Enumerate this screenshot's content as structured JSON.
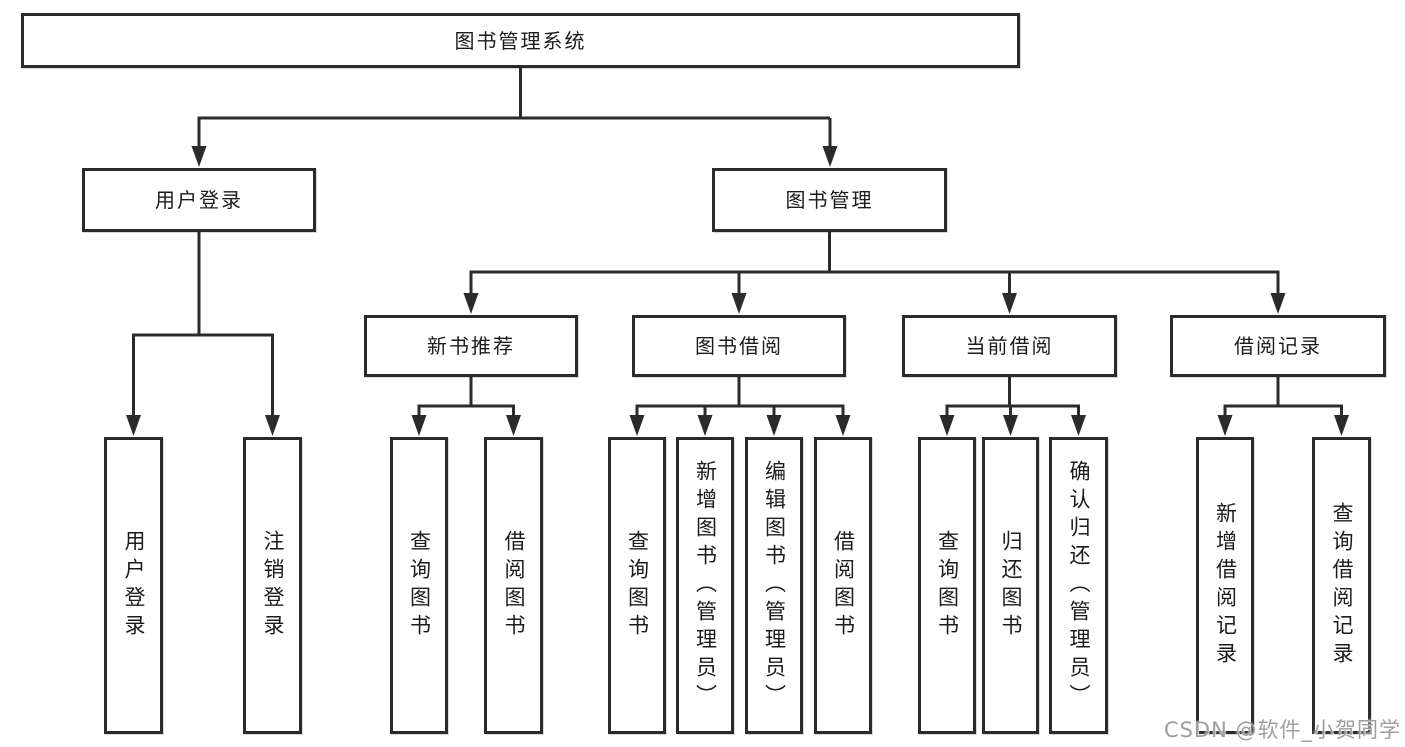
{
  "diagram_type": "functional-structure-tree",
  "colors": {
    "line": "#2b2b2b",
    "box_border": "#2b2b2b",
    "box_fill": "#ffffff",
    "text": "#1c1c1c",
    "watermark_text": "#9e9e9e",
    "background": "#ffffff"
  },
  "tree": {
    "label": "图书管理系统",
    "children": [
      {
        "label": "用户登录",
        "children": [
          {
            "label": "用户登录"
          },
          {
            "label": "注销登录"
          }
        ]
      },
      {
        "label": "图书管理",
        "children": [
          {
            "label": "新书推荐",
            "children": [
              {
                "label": "查询图书"
              },
              {
                "label": "借阅图书"
              }
            ]
          },
          {
            "label": "图书借阅",
            "children": [
              {
                "label": "查询图书"
              },
              {
                "label": "新增图书（管理员）"
              },
              {
                "label": "编辑图书（管理员）"
              },
              {
                "label": "借阅图书"
              }
            ]
          },
          {
            "label": "当前借阅",
            "children": [
              {
                "label": "查询图书"
              },
              {
                "label": "归还图书"
              },
              {
                "label": "确认归还（管理员）"
              }
            ]
          },
          {
            "label": "借阅记录",
            "children": [
              {
                "label": "新增借阅记录"
              },
              {
                "label": "查询借阅记录"
              }
            ]
          }
        ]
      }
    ]
  },
  "watermark": {
    "text": "CSDN @软件_小贺同学"
  }
}
